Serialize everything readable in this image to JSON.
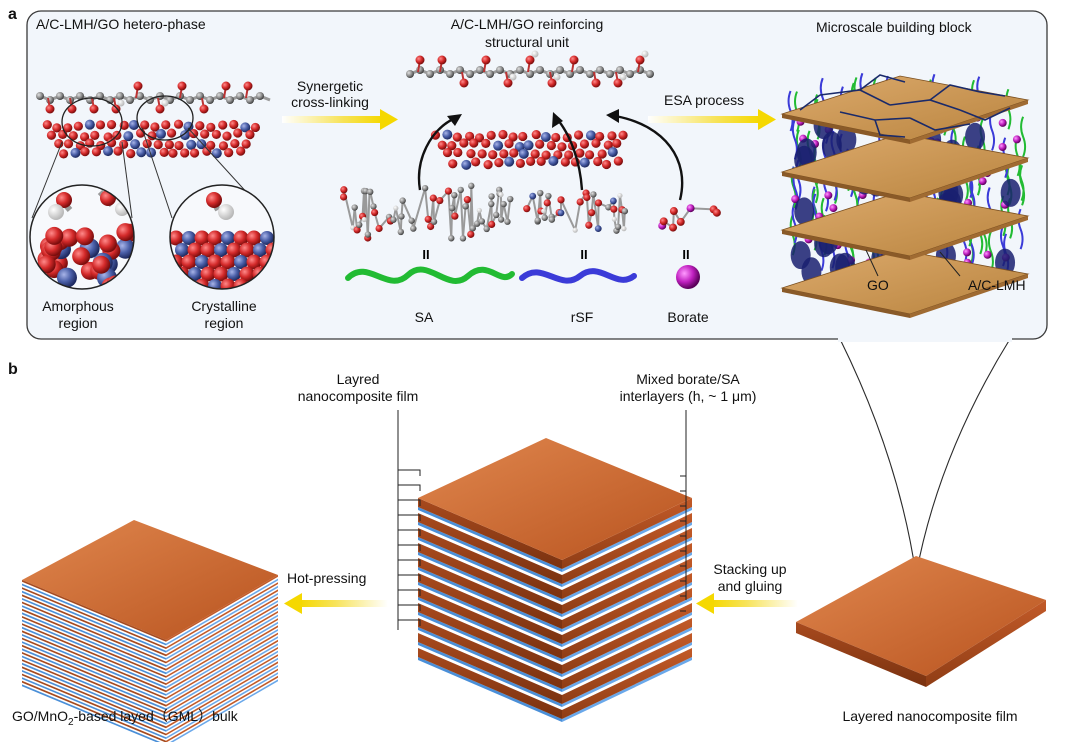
{
  "panels": {
    "a": {
      "letter": "a",
      "heteroPhaseTitle": "A/C-LMH/GO hetero-phase",
      "unitTitleLine1": "A/C-LMH/GO reinforcing",
      "unitTitleLine2": "structural unit",
      "blockTitle": "Microscale building block",
      "arrowLabel1Line1": "Synergetic",
      "arrowLabel1Line2": "cross-linking",
      "arrowLabel2": "ESA process",
      "amorphousLine1": "Amorphous",
      "amorphousLine2": "region",
      "crystallineLine1": "Crystalline",
      "crystallineLine2": "region",
      "crosslinker1": "SA",
      "crosslinker2": "rSF",
      "crosslinker3": "Borate",
      "equiv": "II",
      "goLabel": "GO",
      "lmhLabel": "A/C-LMH"
    },
    "b": {
      "letter": "b",
      "layeredFilmLine1": "Layred",
      "layeredFilmLine2": "nanocomposite film",
      "interlayerLine1": "Mixed borate/SA",
      "interlayerLine2": "interlayers (h, ~ 1 μm)",
      "hotPressing": "Hot-pressing",
      "stackingLine1": "Stacking up",
      "stackingLine2": "and gluing",
      "bulkPrefix": "GO/MnO",
      "bulkSub": "2",
      "bulkSuffix": "-based layed（GML）bulk",
      "filmCaption": "Layered nanocomposite film"
    }
  },
  "colors": {
    "panelFill": "#f2f6fb",
    "arrowYellow": "#f5d800",
    "filmOrange": "#c8602e",
    "interlayerBlue": "#4a8fd8",
    "oxygenRed": "#d42a2a",
    "metalBlue": "#4a5fa8",
    "carbonGrey": "#8a8a8a",
    "saGreen": "#22bb33",
    "rsfBlue": "#3b3bd8",
    "borateMagenta": "#c020c0",
    "sheetTan": "#c8965a"
  }
}
